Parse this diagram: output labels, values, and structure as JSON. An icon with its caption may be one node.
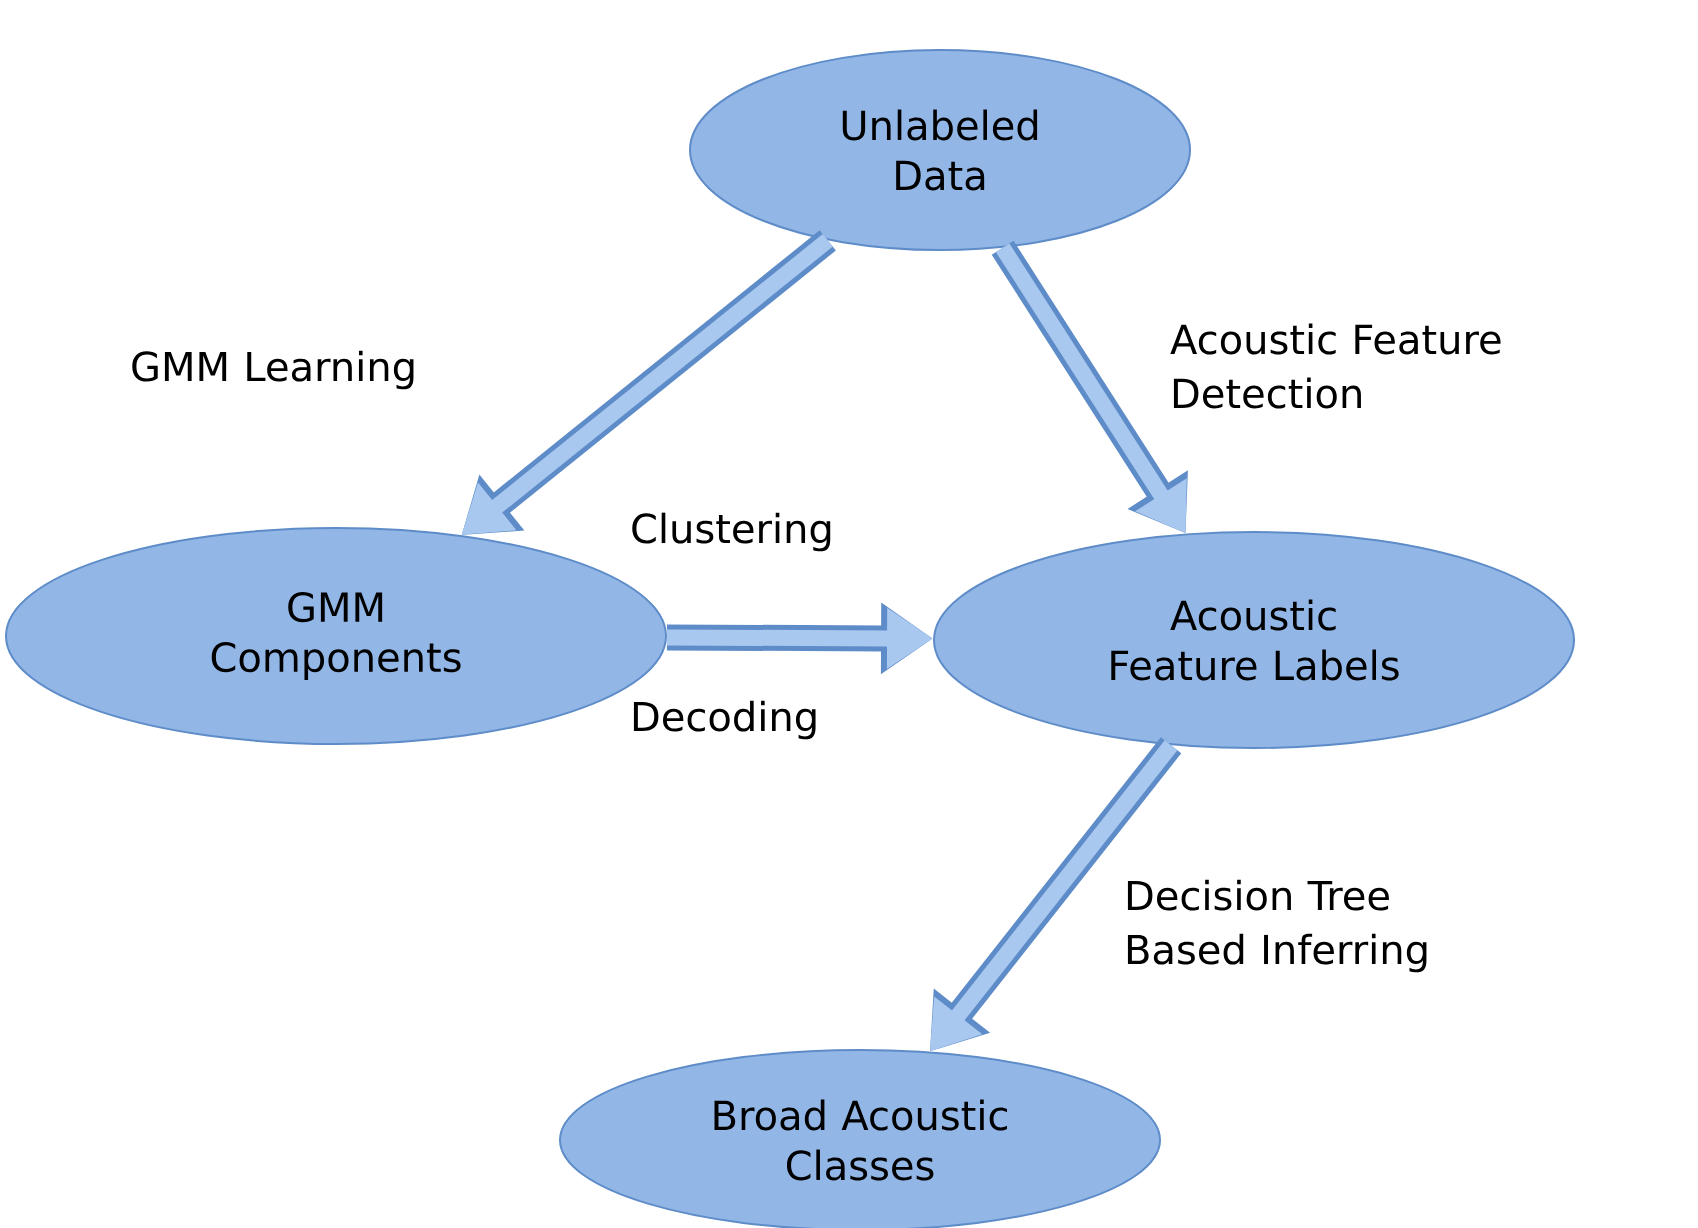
{
  "diagram": {
    "nodes": [
      {
        "text": [
          "Unlabeled Data"
        ]
      },
      {
        "text": [
          "GMM Components"
        ]
      },
      {
        "text": [
          "Acoustic Feature Labels"
        ]
      },
      {
        "text": [
          "Broad Acoustic Classes"
        ]
      }
    ],
    "edges": [
      {
        "from": 0,
        "to": 1,
        "arrow": "to",
        "label": "GMM Learning"
      },
      {
        "from": 0,
        "to": 2,
        "arrow": "to",
        "label": "Acoustic Feature Detection"
      },
      {
        "from": 1,
        "to": 2,
        "arrow": "to",
        "label": "Clustering"
      },
      {
        "from": 2,
        "to": 3,
        "arrow": "to",
        "label": "Decision Tree Based Inferring"
      }
    ],
    "labels": [
      "Decoding"
    ]
  }
}
